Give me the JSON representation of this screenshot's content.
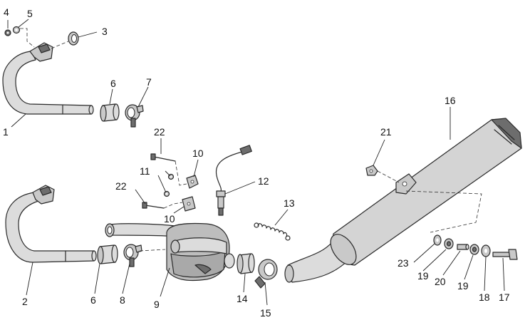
{
  "diagram": {
    "callouts": {
      "c1": "1",
      "c2": "2",
      "c3": "3",
      "c4": "4",
      "c5": "5",
      "c6a": "6",
      "c6b": "6",
      "c7": "7",
      "c8": "8",
      "c9": "9",
      "c10a": "10",
      "c10b": "10",
      "c11": "11",
      "c12": "12",
      "c13": "13",
      "c14": "14",
      "c15": "15",
      "c16": "16",
      "c17": "17",
      "c18": "18",
      "c19a": "19",
      "c19b": "19",
      "c20": "20",
      "c21": "21",
      "c22a": "22",
      "c22b": "22",
      "c23": "23"
    }
  }
}
